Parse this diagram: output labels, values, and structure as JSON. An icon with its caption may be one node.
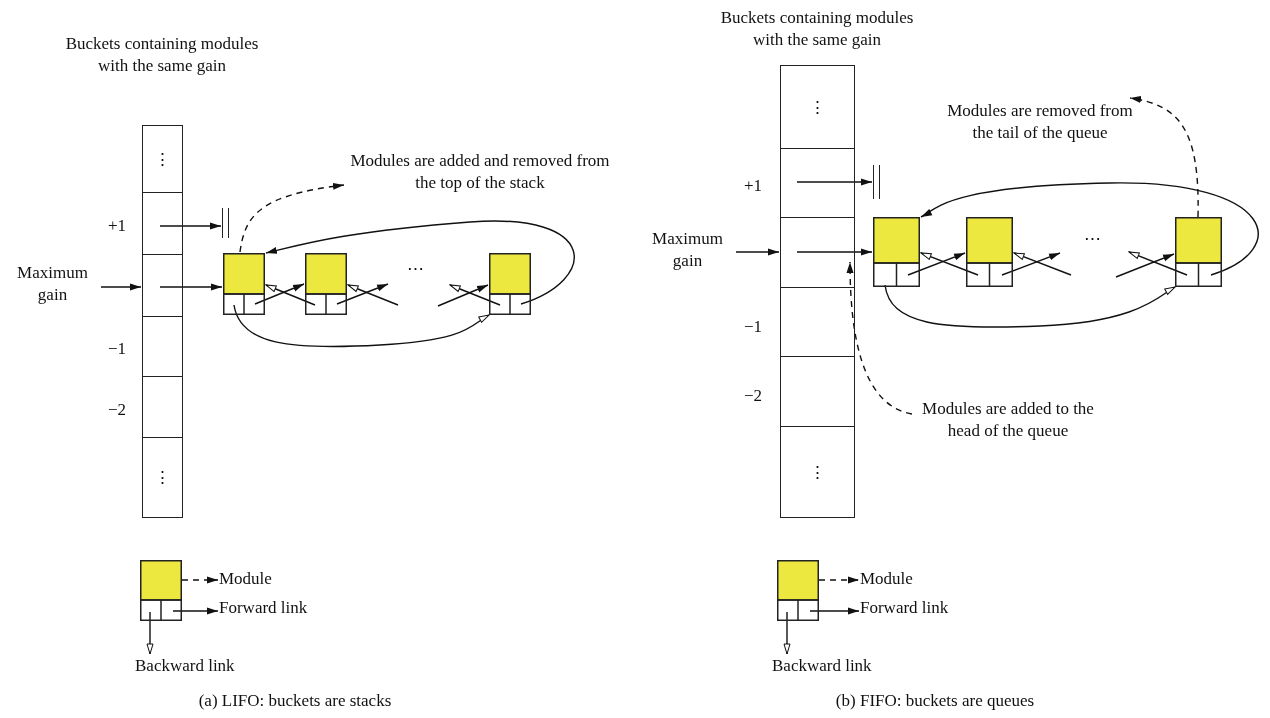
{
  "diagram": {
    "nodes": [
      {
        "text": [
          "Buckets containing modules with the same gain"
        ]
      },
      {
        "text": [
          "⋮"
        ],
        "in": 0
      },
      {
        "text": [],
        "shape": "box",
        "in": 0,
        "beside": [
          "+1"
        ]
      },
      {
        "text": [],
        "shape": "box",
        "in": 0
      },
      {
        "text": [],
        "shape": "box",
        "in": 0,
        "beside": [
          "−1"
        ]
      },
      {
        "text": [],
        "shape": "box",
        "in": 0,
        "beside": [
          "−2"
        ]
      },
      {
        "text": [
          "⋮"
        ],
        "in": 0
      },
      {
        "text": [
          "Maximum gain"
        ]
      },
      {
        "text": [],
        "shape": "bar"
      },
      {
        "text": [],
        "shape": "box"
      },
      {
        "text": [],
        "shape": "box"
      },
      {
        "text": [],
        "shape": "box"
      },
      {
        "text": [
          "Modules are added and removed from the top of the stack"
        ]
      },
      {
        "text": [
          "Buckets containing modules with the same gain"
        ]
      },
      {
        "text": [
          "⋮"
        ],
        "in": 13
      },
      {
        "text": [],
        "shape": "box",
        "in": 13,
        "beside": [
          "+1"
        ]
      },
      {
        "text": [],
        "shape": "box",
        "in": 13
      },
      {
        "text": [],
        "shape": "box",
        "in": 13,
        "beside": [
          "−1"
        ]
      },
      {
        "text": [],
        "shape": "box",
        "in": 13,
        "beside": [
          "−2"
        ]
      },
      {
        "text": [
          "⋮"
        ],
        "in": 13
      },
      {
        "text": [
          "Maximum gain"
        ]
      },
      {
        "text": [],
        "shape": "bar"
      },
      {
        "text": [],
        "shape": "box"
      },
      {
        "text": [],
        "shape": "box"
      },
      {
        "text": [],
        "shape": "box"
      },
      {
        "text": [
          "Modules are removed from the tail of the queue"
        ]
      },
      {
        "text": [
          "Modules are added to the head of the queue"
        ]
      },
      {
        "text": [],
        "shape": "box"
      },
      {
        "text": [
          "Module"
        ]
      },
      {
        "text": [
          "Forward link"
        ]
      },
      {
        "text": [
          "Backward link"
        ]
      },
      {
        "text": [],
        "shape": "box"
      },
      {
        "text": [
          "Module"
        ]
      },
      {
        "text": [
          "Forward link"
        ]
      },
      {
        "text": [
          "Backward link"
        ]
      }
    ],
    "edges": [
      {
        "from": 7,
        "to": 3,
        "arrow": "to"
      },
      {
        "from": 2,
        "to": 8,
        "arrow": "to"
      },
      {
        "from": 3,
        "to": 9,
        "arrow": "to"
      },
      {
        "from": 9,
        "to": 10,
        "arrow": "to"
      },
      {
        "from": 10,
        "to": 9,
        "arrow": "to"
      },
      {
        "from": 10,
        "to": null,
        "arrow": "to"
      },
      {
        "from": null,
        "to": 10,
        "arrow": "to"
      },
      {
        "from": null,
        "to": 11,
        "arrow": "to"
      },
      {
        "from": 11,
        "to": null,
        "arrow": "to"
      },
      {
        "from": 11,
        "to": 9,
        "arrow": "to"
      },
      {
        "from": 9,
        "to": 11,
        "arrow": "to"
      },
      {
        "from": 9,
        "to": 12,
        "arrow": "to",
        "style": "dashed"
      },
      {
        "from": 20,
        "to": 16,
        "arrow": "to"
      },
      {
        "from": 15,
        "to": 21,
        "arrow": "to"
      },
      {
        "from": 16,
        "to": 22,
        "arrow": "to"
      },
      {
        "from": 22,
        "to": 23,
        "arrow": "to"
      },
      {
        "from": 23,
        "to": 22,
        "arrow": "to"
      },
      {
        "from": 23,
        "to": null,
        "arrow": "to"
      },
      {
        "from": null,
        "to": 23,
        "arrow": "to"
      },
      {
        "from": null,
        "to": 24,
        "arrow": "to"
      },
      {
        "from": 24,
        "to": null,
        "arrow": "to"
      },
      {
        "from": 24,
        "to": 22,
        "arrow": "to"
      },
      {
        "from": 22,
        "to": 24,
        "arrow": "to"
      },
      {
        "from": 24,
        "to": 25,
        "arrow": "to",
        "style": "dashed"
      },
      {
        "from": 26,
        "to": 16,
        "arrow": "to",
        "style": "dashed"
      },
      {
        "from": 27,
        "to": 28,
        "arrow": "to",
        "style": "dashed"
      },
      {
        "from": 27,
        "to": 29,
        "arrow": "to"
      },
      {
        "from": 27,
        "to": 30,
        "arrow": "to"
      },
      {
        "from": 31,
        "to": 32,
        "arrow": "to",
        "style": "dashed"
      },
      {
        "from": 31,
        "to": 33,
        "arrow": "to"
      },
      {
        "from": 31,
        "to": 34,
        "arrow": "to"
      }
    ],
    "labels": [
      "⋯",
      "⋯",
      "(a) LIFO: buckets are stacks",
      "(b) FIFO: buckets are queues"
    ]
  }
}
